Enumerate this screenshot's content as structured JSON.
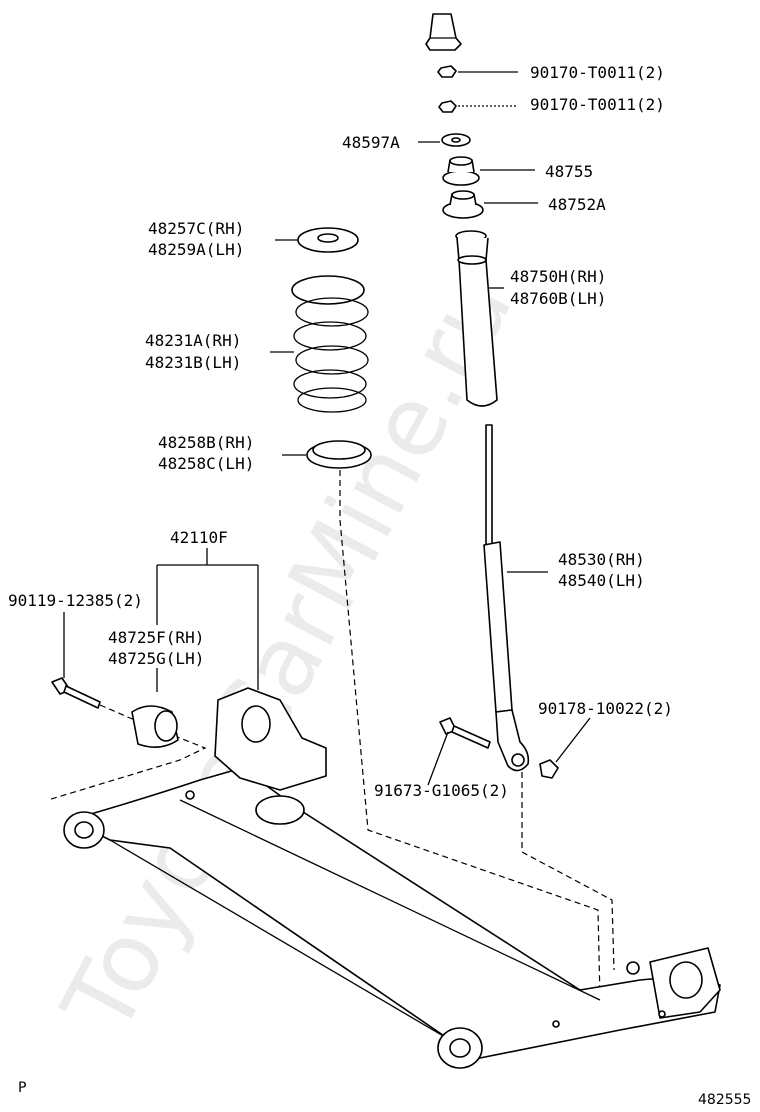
{
  "watermark": "ToyotaCarMine.ru",
  "corner_left": "P",
  "corner_right": "482555",
  "labels": {
    "l_90170_a": "90170-T0011(2)",
    "l_90170_b": "90170-T0011(2)",
    "l_48597A": "48597A",
    "l_48755": "48755",
    "l_48752A": "48752A",
    "l_48257C": "48257C(RH)",
    "l_48259A": "48259A(LH)",
    "l_48750H": "48750H(RH)",
    "l_48760B": "48760B(LH)",
    "l_48231A": "48231A(RH)",
    "l_48231B": "48231B(LH)",
    "l_48258B": "48258B(RH)",
    "l_48258C": "48258C(LH)",
    "l_42110F": "42110F",
    "l_48530": "48530(RH)",
    "l_48540": "48540(LH)",
    "l_90119": "90119-12385(2)",
    "l_48725F": "48725F(RH)",
    "l_48725G": "48725G(LH)",
    "l_90178": "90178-10022(2)",
    "l_91673": "91673-G1065(2)"
  }
}
